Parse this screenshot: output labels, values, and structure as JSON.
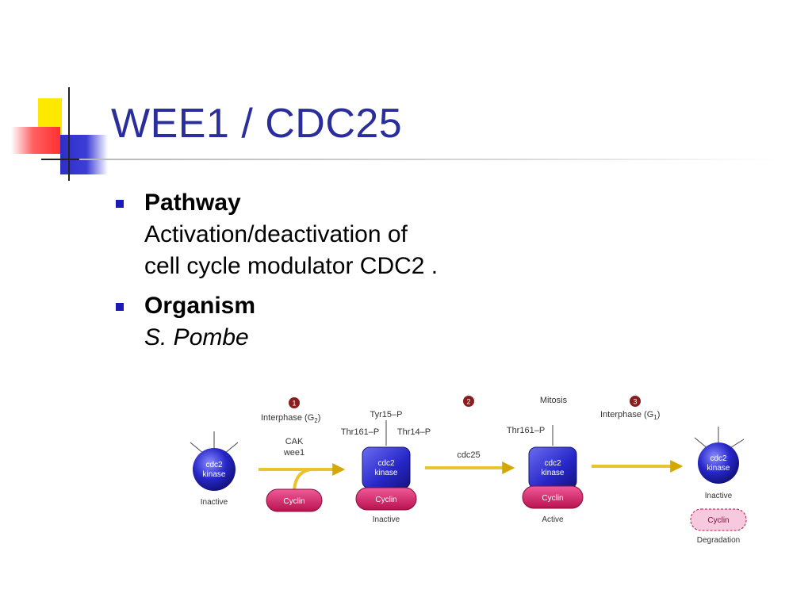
{
  "slide": {
    "title": "WEE1 / CDC25",
    "bullets": [
      {
        "heading": "Pathway",
        "lines": [
          "Activation/deactivation of",
          "cell cycle modulator CDC2 ."
        ]
      },
      {
        "heading": "Organism",
        "lines": [
          "S. Pombe"
        ]
      }
    ]
  },
  "diagram": {
    "steps": [
      "1",
      "2",
      "3"
    ],
    "phase_labels": {
      "interphase_g2": "Interphase (G",
      "g2_sub": "2",
      "mitosis": "Mitosis",
      "interphase_g1": "Interphase (G",
      "g1_sub": "1"
    },
    "arrow_labels": {
      "cak": "CAK",
      "wee1": "wee1",
      "cdc25": "cdc25"
    },
    "phospho_labels": {
      "tyr15": "Tyr15–P",
      "thr161_a": "Thr161–P",
      "thr14": "Thr14–P",
      "thr161_b": "Thr161–P"
    },
    "kinase_label_1": "cdc2",
    "kinase_label_2": "kinase",
    "cyclin_label": "Cyclin",
    "state_labels": {
      "inactive_1": "Inactive",
      "inactive_2": "Inactive",
      "active": "Active",
      "inactive_3": "Inactive",
      "degradation": "Degradation"
    },
    "colors": {
      "kinase": "#2626c8",
      "cyclin": "#d81a6a",
      "arrow": "#f2d24a",
      "text": "#333333",
      "step_circle": "#8a1d1d"
    }
  }
}
